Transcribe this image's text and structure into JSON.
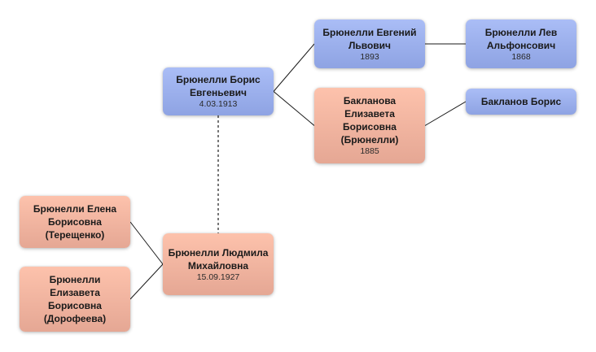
{
  "diagram": {
    "title": "Family tree",
    "colors": {
      "male": "#9bb0ec",
      "female": "#f2b4a0",
      "link": "#1a1a1a",
      "marriage_link": "#777777"
    },
    "people": [
      {
        "id": "boris",
        "name": "Брюнелли Борис Евгеньевич",
        "date": "4.03.1913",
        "gender": "male"
      },
      {
        "id": "evgeny",
        "name": "Брюнелли Евгений Львович",
        "date": "1893",
        "gender": "male"
      },
      {
        "id": "lev",
        "name": "Брюнелли Лев Альфонсович",
        "date": "1868",
        "gender": "male"
      },
      {
        "id": "elizaveta_baklanova",
        "name": "Бакланова Елизавета Борисовна (Брюнелли)",
        "date": "1885",
        "gender": "female"
      },
      {
        "id": "boris_baklanov",
        "name": "Бакланов Борис",
        "date": "",
        "gender": "male"
      },
      {
        "id": "lyudmila",
        "name": "Брюнелли Людмила Михайловна",
        "date": "15.09.1927",
        "gender": "female"
      },
      {
        "id": "elena",
        "name": "Брюнелли Елена Борисовна (Терещенко)",
        "date": "",
        "gender": "female"
      },
      {
        "id": "elizaveta_dorofeeva",
        "name": "Брюнелли Елизавета Борисовна (Дорофеева)",
        "date": "",
        "gender": "female"
      }
    ],
    "relations": [
      {
        "from": "boris",
        "to": "evgeny",
        "type": "parent"
      },
      {
        "from": "boris",
        "to": "elizaveta_baklanova",
        "type": "parent"
      },
      {
        "from": "evgeny",
        "to": "lev",
        "type": "parent"
      },
      {
        "from": "elizaveta_baklanova",
        "to": "boris_baklanov",
        "type": "parent"
      },
      {
        "from": "boris",
        "to": "lyudmila",
        "type": "spouse"
      },
      {
        "from": "lyudmila",
        "to": "elena",
        "type": "child"
      },
      {
        "from": "lyudmila",
        "to": "elizaveta_dorofeeva",
        "type": "child"
      }
    ]
  }
}
